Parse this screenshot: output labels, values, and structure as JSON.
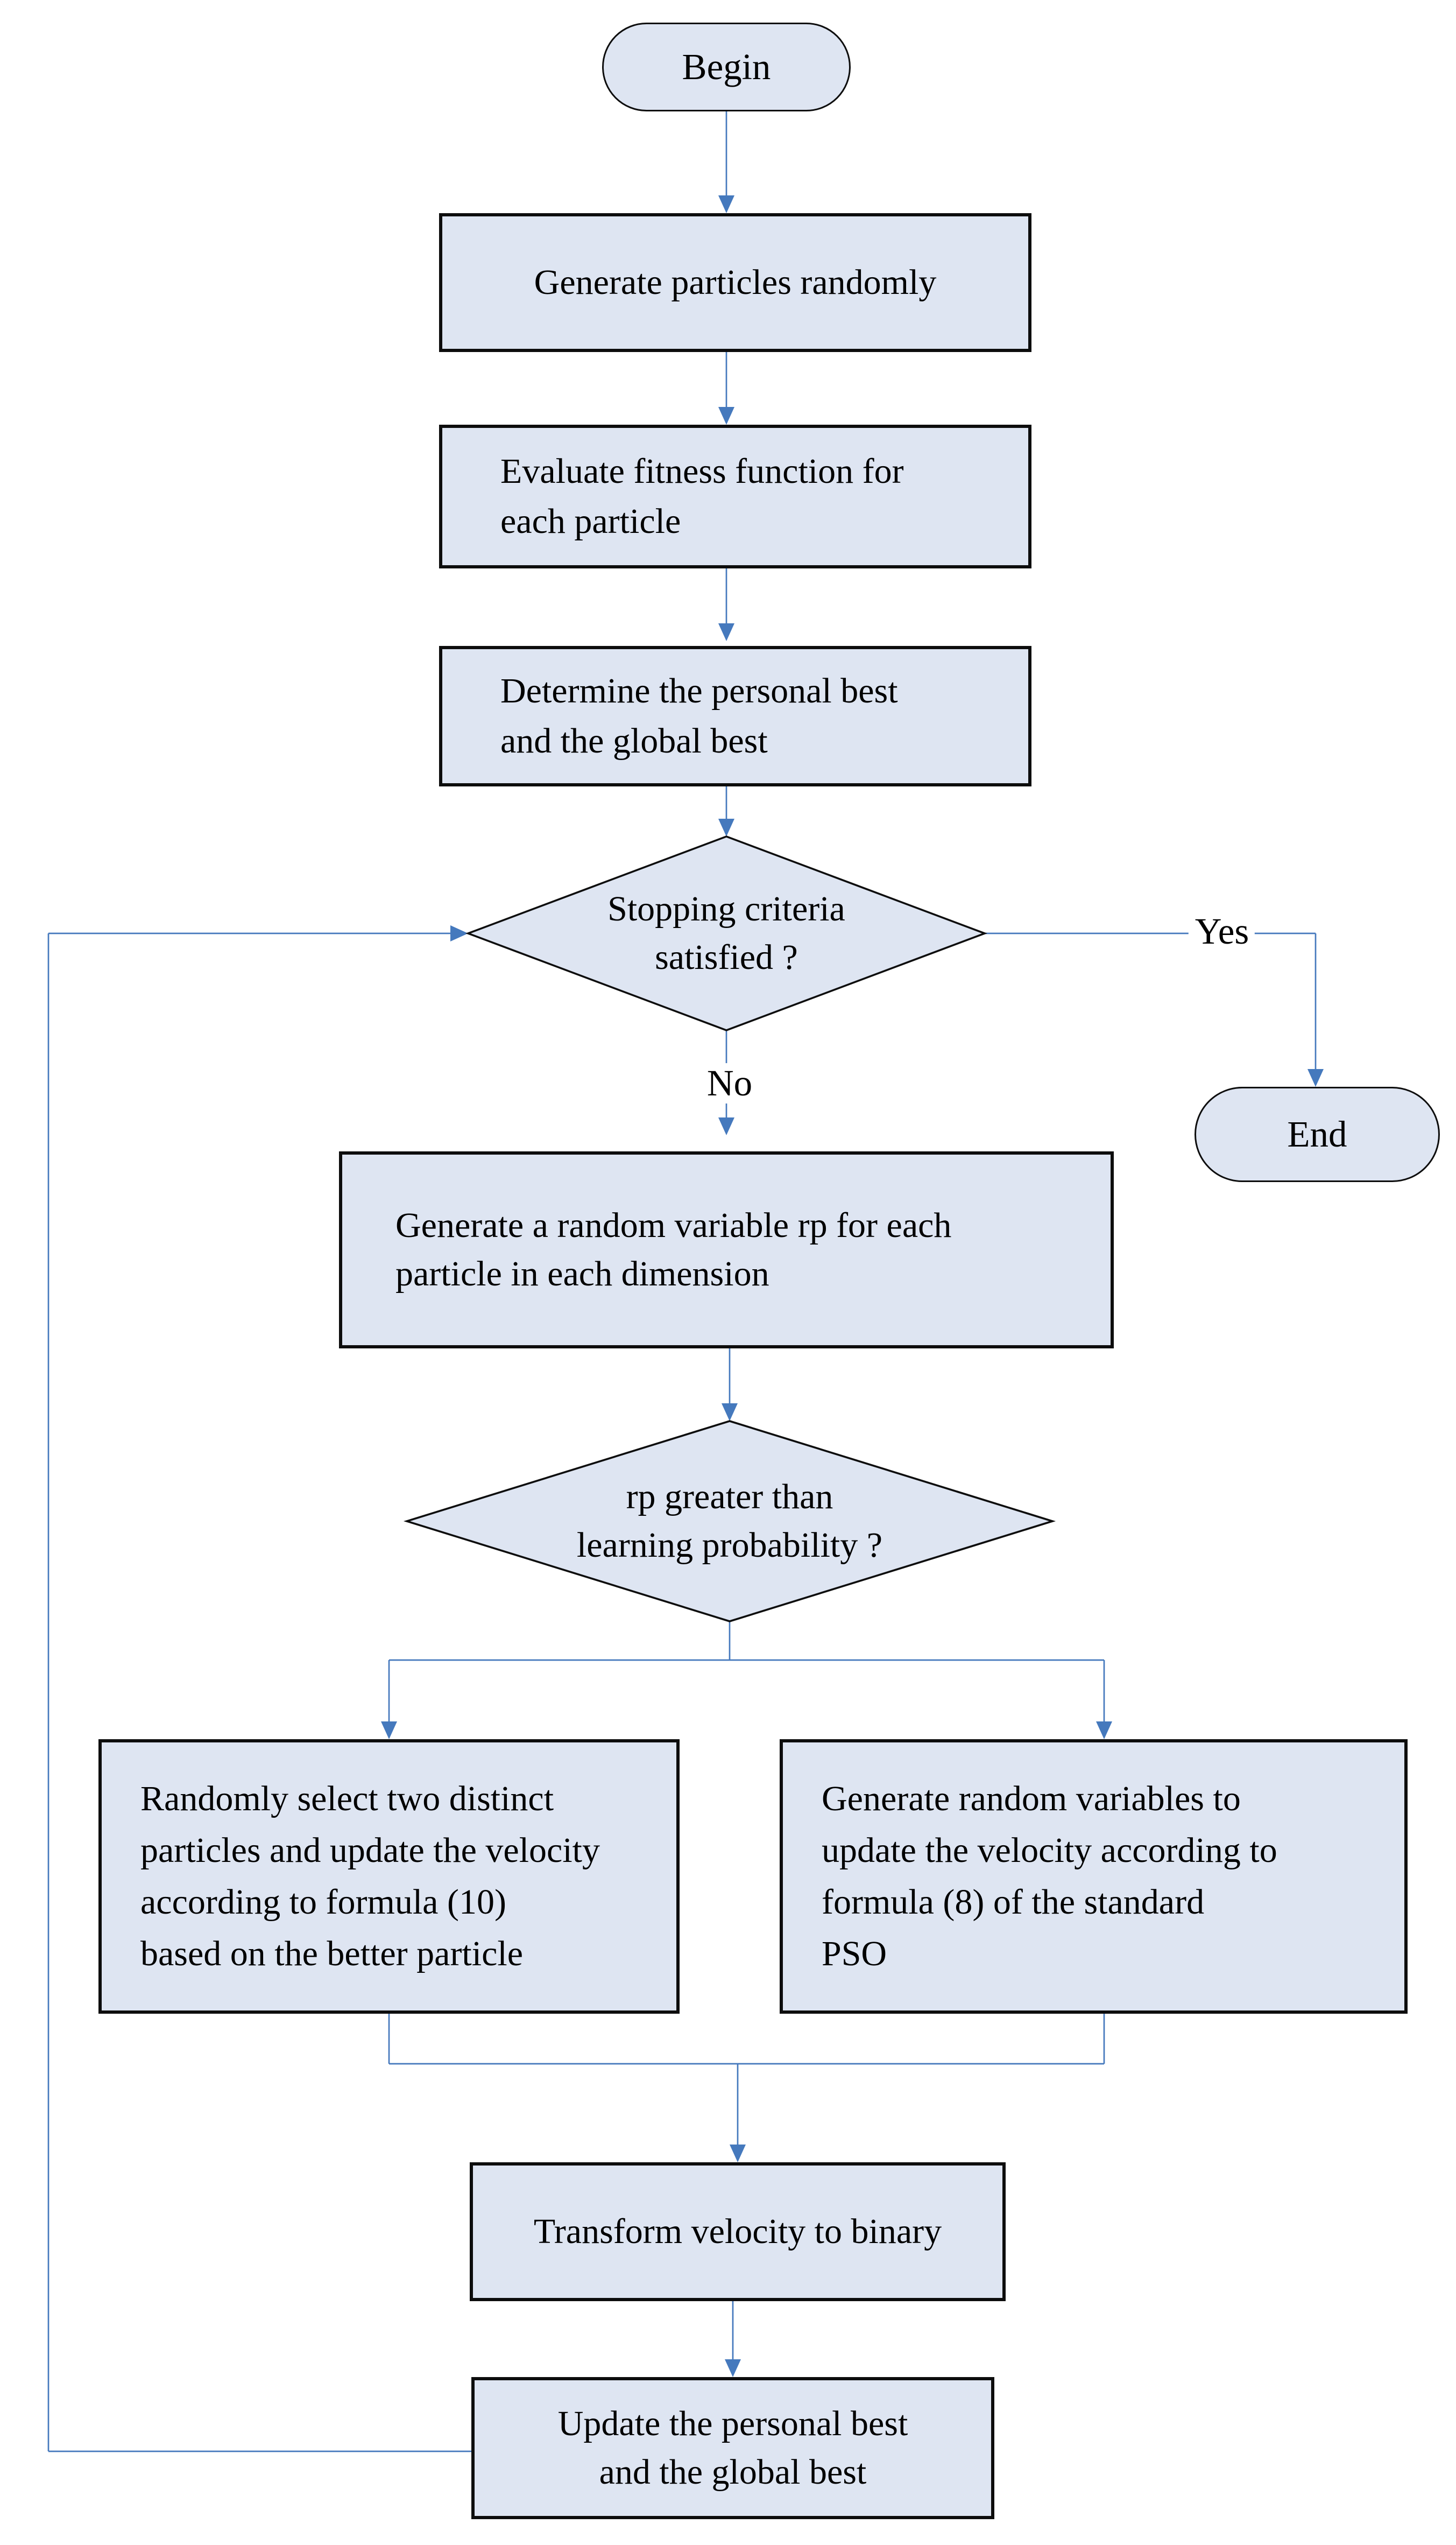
{
  "diagram": {
    "type": "flowchart",
    "colors": {
      "node_fill": "#dee5f2",
      "node_border": "#0d0d0d",
      "connector": "#4579bd",
      "text": "#000000",
      "background": "#ffffff"
    },
    "nodes": {
      "begin": {
        "shape": "terminator",
        "label": "Begin"
      },
      "generate_particles": {
        "shape": "process",
        "label": "Generate particles randomly"
      },
      "evaluate_fitness": {
        "shape": "process",
        "label": "Evaluate fitness function for\neach particle"
      },
      "determine_best": {
        "shape": "process",
        "label": "Determine the personal best\nand the global best"
      },
      "stopping_criteria": {
        "shape": "decision",
        "label": "Stopping criteria\nsatisfied ?"
      },
      "end": {
        "shape": "terminator",
        "label": "End"
      },
      "generate_rp": {
        "shape": "process",
        "label": "Generate a random variable rp for each\nparticle in each dimension"
      },
      "rp_greater": {
        "shape": "decision",
        "label": "rp greater than\nlearning probability ?"
      },
      "select_two_particles": {
        "shape": "process",
        "label": "Randomly select two distinct\nparticles and update the velocity\naccording to formula (10)\nbased on the better particle"
      },
      "generate_random_vars": {
        "shape": "process",
        "label": "Generate random variables to\nupdate the velocity according to\nformula (8) of the standard\nPSO"
      },
      "transform_velocity": {
        "shape": "process",
        "label": "Transform velocity to binary"
      },
      "update_best": {
        "shape": "process",
        "label": "Update the personal best\nand the global best"
      }
    },
    "edge_labels": {
      "yes": "Yes",
      "no": "No"
    }
  }
}
